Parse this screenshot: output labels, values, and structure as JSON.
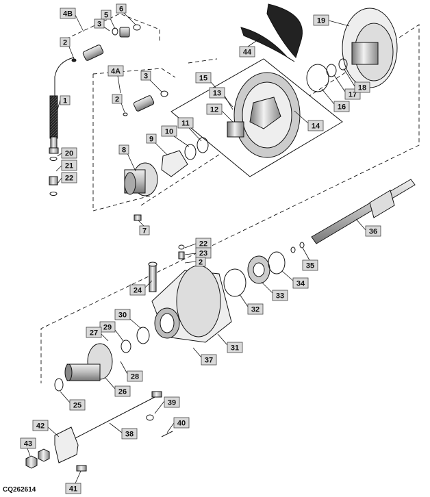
{
  "figure_id": "CQ262614",
  "callouts": [
    {
      "label": "4B"
    },
    {
      "label": "5"
    },
    {
      "label": "6"
    },
    {
      "label": "3"
    },
    {
      "label": "2"
    },
    {
      "label": "44"
    },
    {
      "label": "19"
    },
    {
      "label": "1"
    },
    {
      "label": "4A"
    },
    {
      "label": "3"
    },
    {
      "label": "2"
    },
    {
      "label": "15"
    },
    {
      "label": "13"
    },
    {
      "label": "17"
    },
    {
      "label": "18"
    },
    {
      "label": "16"
    },
    {
      "label": "12"
    },
    {
      "label": "14"
    },
    {
      "label": "11"
    },
    {
      "label": "10"
    },
    {
      "label": "9"
    },
    {
      "label": "20"
    },
    {
      "label": "21"
    },
    {
      "label": "22"
    },
    {
      "label": "8"
    },
    {
      "label": "7"
    },
    {
      "label": "36"
    },
    {
      "label": "22"
    },
    {
      "label": "23"
    },
    {
      "label": "2"
    },
    {
      "label": "35"
    },
    {
      "label": "34"
    },
    {
      "label": "33"
    },
    {
      "label": "24"
    },
    {
      "label": "32"
    },
    {
      "label": "30"
    },
    {
      "label": "29"
    },
    {
      "label": "27"
    },
    {
      "label": "31"
    },
    {
      "label": "37"
    },
    {
      "label": "28"
    },
    {
      "label": "26"
    },
    {
      "label": "25"
    },
    {
      "label": "39"
    },
    {
      "label": "40"
    },
    {
      "label": "42"
    },
    {
      "label": "38"
    },
    {
      "label": "43"
    },
    {
      "label": "41"
    }
  ]
}
